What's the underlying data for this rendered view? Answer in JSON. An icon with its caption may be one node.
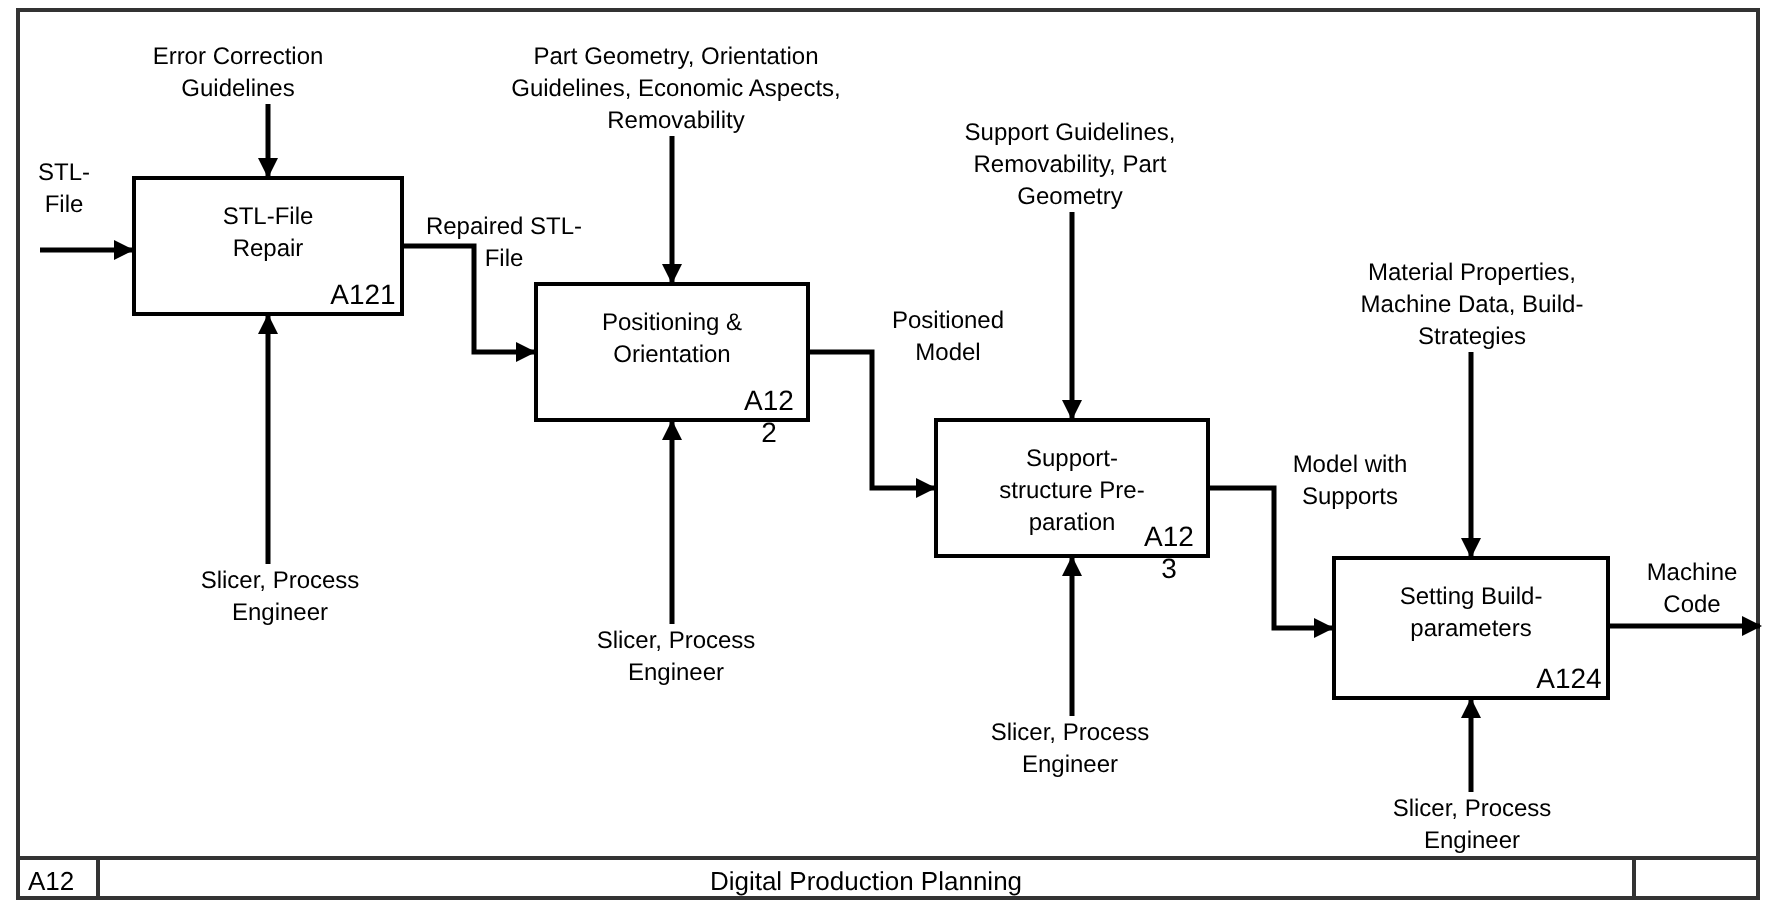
{
  "diagram": {
    "title": "Digital Production Planning",
    "nodes": [
      {
        "text": [
          "STL-File Repair",
          "A121"
        ]
      },
      {
        "text": [
          "Positioning & Orientation",
          "A12 2"
        ]
      },
      {
        "text": [
          "Support- structure Pre- paration",
          "A12 3"
        ]
      },
      {
        "text": [
          "Setting Build- parameters",
          "A124"
        ]
      },
      {
        "text": [
          "Error Correction Guidelines"
        ]
      },
      {
        "text": [
          "Slicer, Process Engineer"
        ]
      },
      {
        "text": [
          "Part Geometry, Orientation Guidelines, Economic Aspects, Removability"
        ]
      },
      {
        "text": [
          "Slicer, Process Engineer"
        ]
      },
      {
        "text": [
          "Support Guidelines, Removability, Part Geometry"
        ]
      },
      {
        "text": [
          "Slicer, Process Engineer"
        ]
      },
      {
        "text": [
          "Material Properties, Machine Data, Build-Strategies"
        ]
      },
      {
        "text": [
          "Slicer, Process Engineer"
        ]
      }
    ],
    "edges": [
      {
        "from": null,
        "to": 0,
        "arrow": "to",
        "label": "STL- File"
      },
      {
        "from": 4,
        "to": 0,
        "arrow": "to"
      },
      {
        "from": 5,
        "to": 0,
        "arrow": "to"
      },
      {
        "from": 0,
        "to": 1,
        "arrow": "to",
        "label": "Repaired STL- File"
      },
      {
        "from": 6,
        "to": 1,
        "arrow": "to"
      },
      {
        "from": 7,
        "to": 1,
        "arrow": "to"
      },
      {
        "from": 1,
        "to": 2,
        "arrow": "to",
        "label": "Positioned Model"
      },
      {
        "from": 8,
        "to": 2,
        "arrow": "to"
      },
      {
        "from": 9,
        "to": 2,
        "arrow": "to"
      },
      {
        "from": 2,
        "to": 3,
        "arrow": "to",
        "label": "Model with Supports"
      },
      {
        "from": 10,
        "to": 3,
        "arrow": "to"
      },
      {
        "from": 11,
        "to": 3,
        "arrow": "to"
      },
      {
        "from": 3,
        "to": null,
        "arrow": "to",
        "label": "Machine Code"
      }
    ],
    "labels": [
      "A12"
    ]
  }
}
